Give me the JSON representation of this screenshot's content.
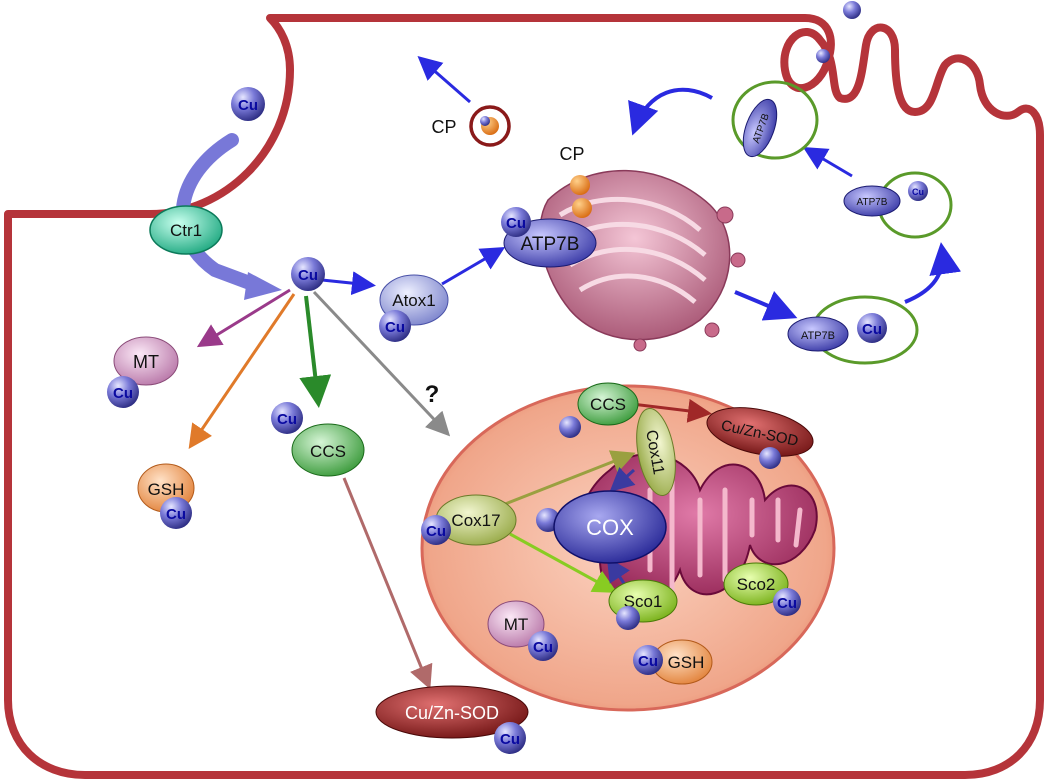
{
  "labels": {
    "cu": "Cu",
    "ctr1": "Ctr1",
    "atox1": "Atox1",
    "atp7b": "ATP7B",
    "cp": "CP",
    "mt": "MT",
    "gsh": "GSH",
    "ccs": "CCS",
    "cu_zn_sod": "Cu/Zn-SOD",
    "question": "?",
    "cox": "COX",
    "cox17": "Cox17",
    "cox11": "Cox11",
    "sco1": "Sco1",
    "sco2": "Sco2"
  },
  "colors": {
    "membrane": "#b5343a",
    "cu_sphere": "#4a4ab8",
    "ctr1": "#3cc9a0",
    "atox1": "#9aa0e0",
    "atp7b": "#5858c8",
    "mt": "#d8a0c8",
    "gsh": "#f0a060",
    "ccs": "#58b058",
    "sod": "#8c1c1c",
    "mito_bg": "#f4b8a0",
    "cox": "#3838b0",
    "cox17": "#b8c868",
    "sco": "#98cc30",
    "vesicle": "#5a9a2a",
    "golgi": "#c86a8a",
    "arrow_blue": "#2a2ae0",
    "arrow_purple": "#9a3a8a",
    "arrow_orange": "#e07a2a",
    "arrow_green": "#2a8a2a",
    "arrow_gray": "#8a8a8a",
    "arrow_rose": "#b06a6a",
    "arrow_olive": "#9aa040",
    "arrow_lime": "#88cc22",
    "arrow_dred": "#a02828"
  }
}
